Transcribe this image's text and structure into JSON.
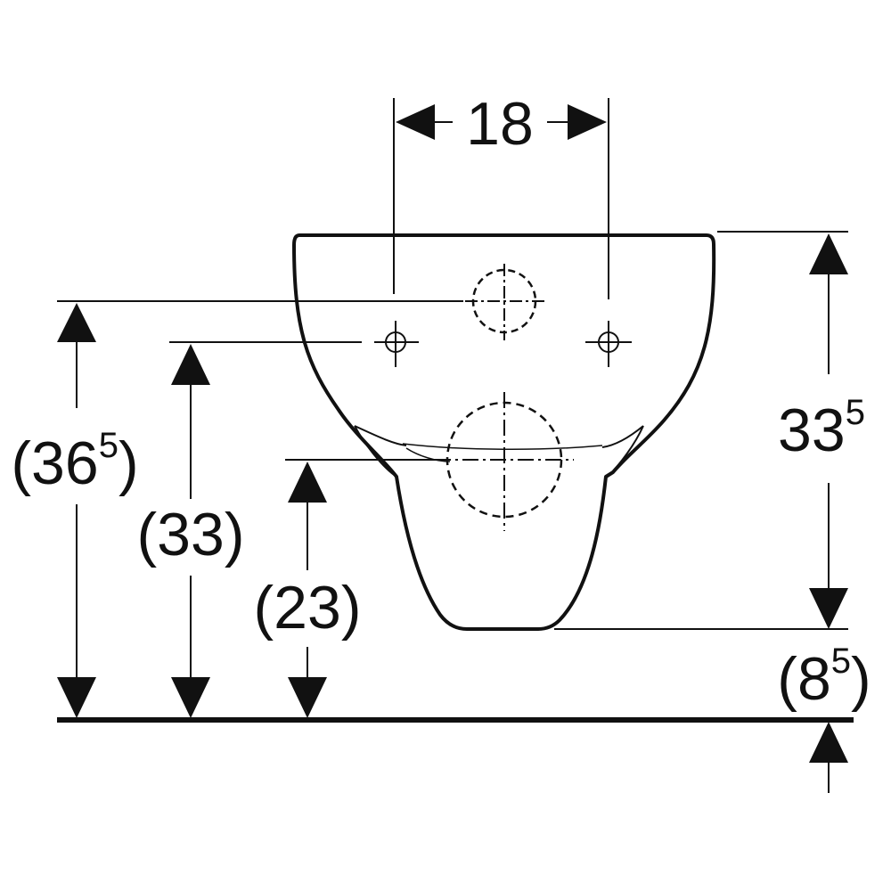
{
  "colors": {
    "line": "#111111",
    "background": "#ffffff"
  },
  "dimensions": {
    "hole_spacing": {
      "main": "18"
    },
    "total_height": {
      "open": "(",
      "main": "36",
      "sup": "5",
      "close": ")"
    },
    "fixing_height": {
      "main": "(33)"
    },
    "outlet_height": {
      "main": "(23)"
    },
    "bowl_height": {
      "main": "33",
      "sup": "5"
    },
    "floor_clearance": {
      "open": "(",
      "main": "8",
      "sup": "5",
      "close": ")"
    }
  }
}
